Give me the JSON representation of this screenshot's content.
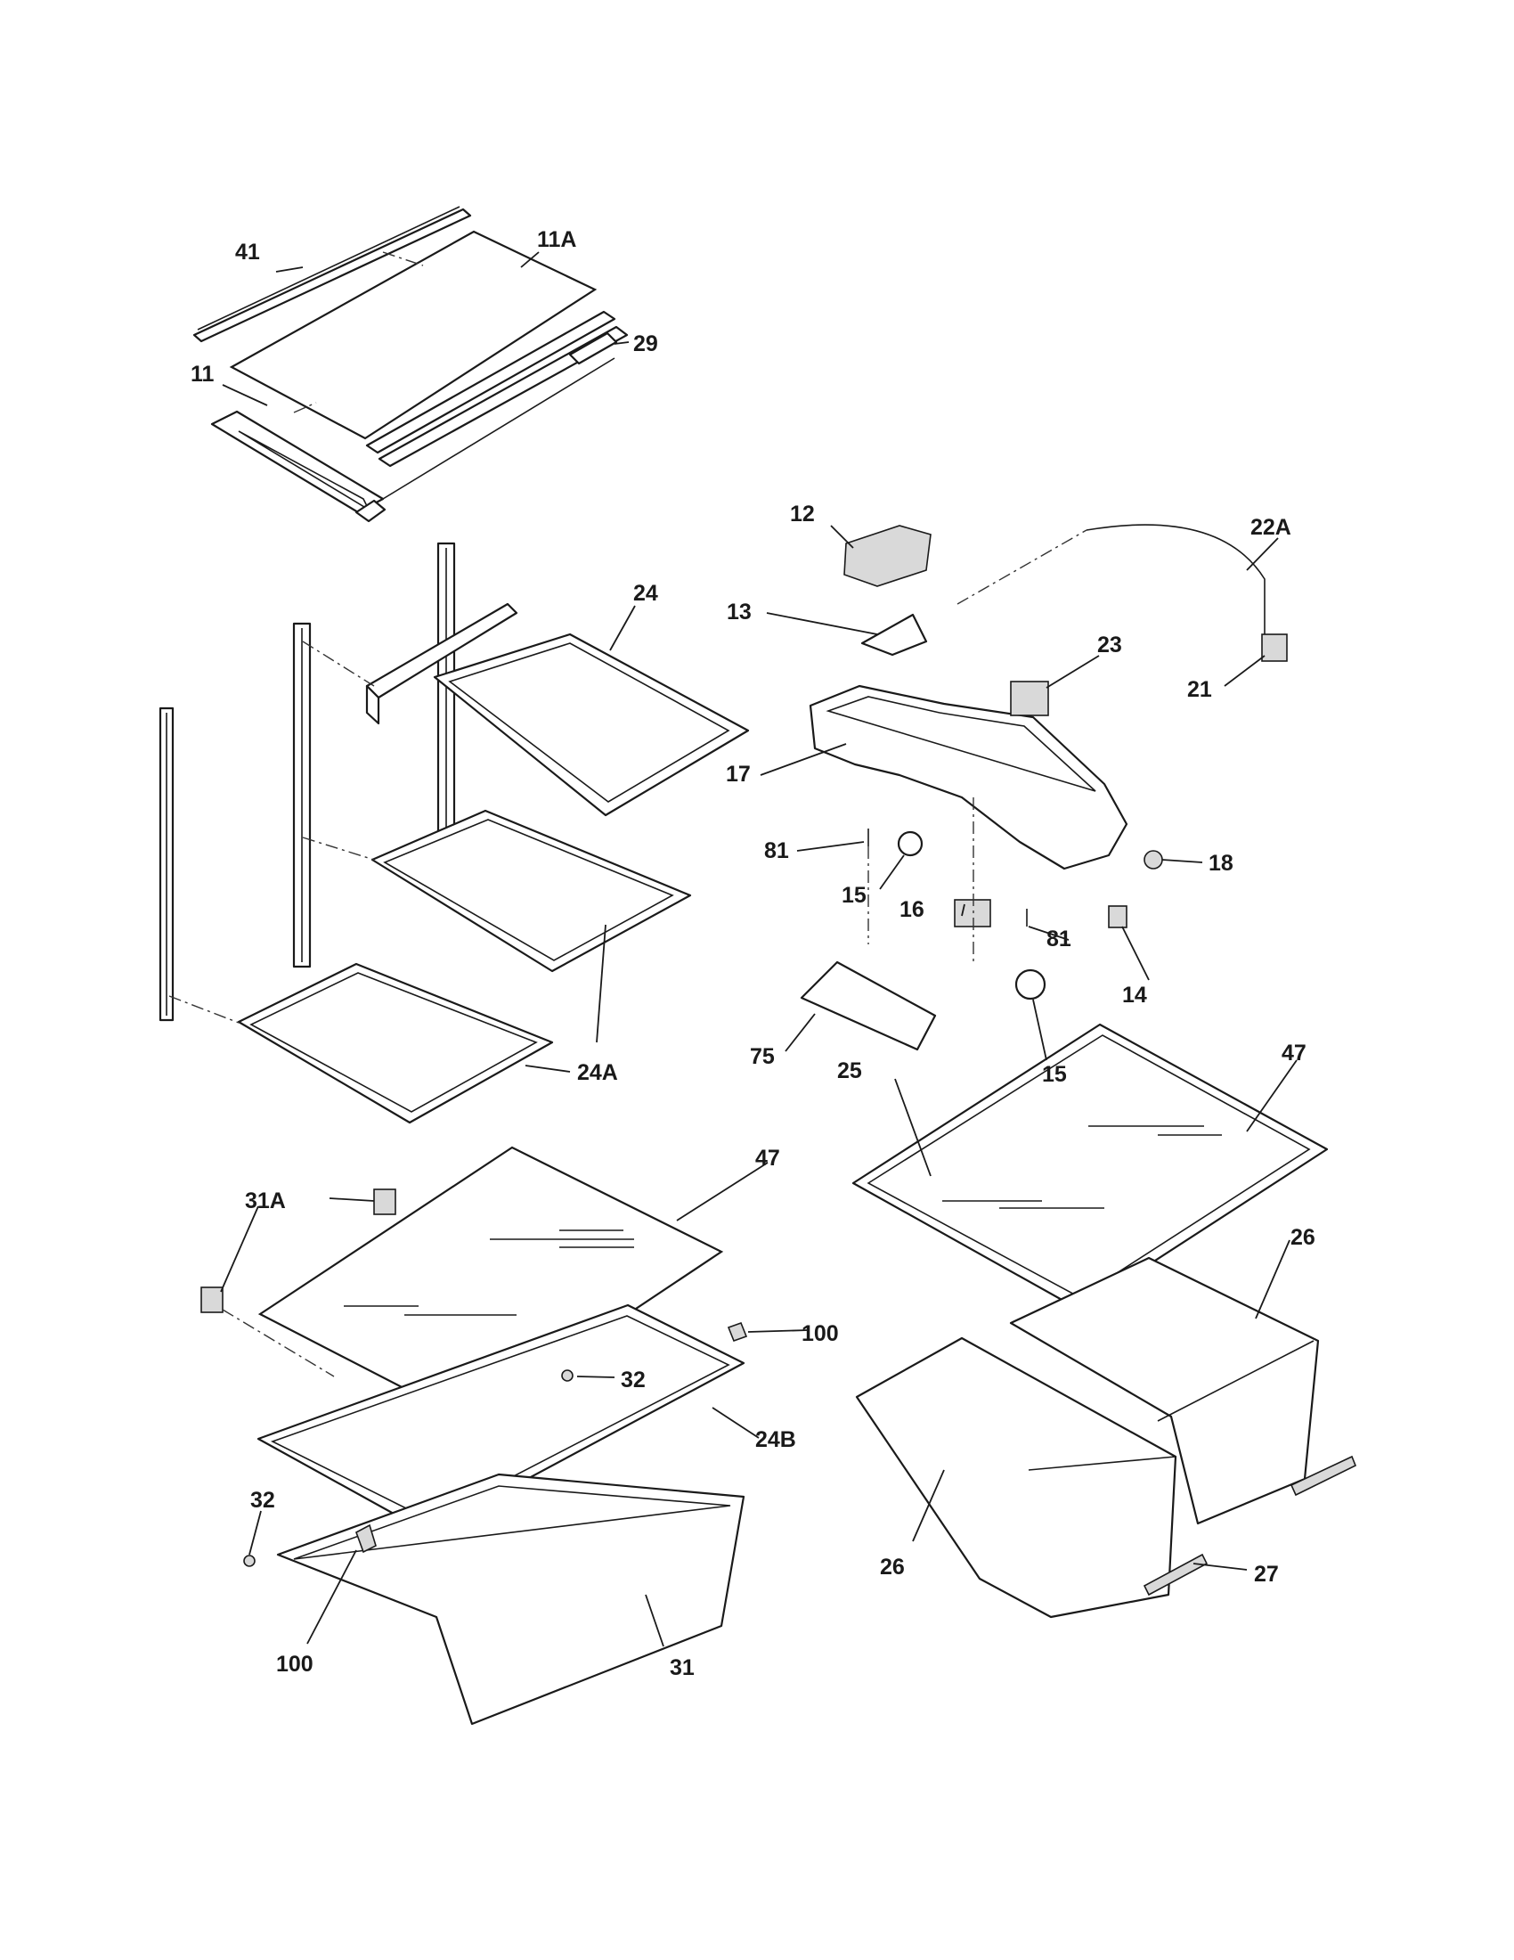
{
  "callouts": [
    {
      "id": "41",
      "text": "41"
    },
    {
      "id": "11A",
      "text": "11A"
    },
    {
      "id": "29",
      "text": "29"
    },
    {
      "id": "11",
      "text": "11"
    },
    {
      "id": "12",
      "text": "12"
    },
    {
      "id": "22A",
      "text": "22A"
    },
    {
      "id": "13",
      "text": "13"
    },
    {
      "id": "23",
      "text": "23"
    },
    {
      "id": "21",
      "text": "21"
    },
    {
      "id": "17",
      "text": "17"
    },
    {
      "id": "24",
      "text": "24"
    },
    {
      "id": "81a",
      "text": "81"
    },
    {
      "id": "15a",
      "text": "15"
    },
    {
      "id": "16",
      "text": "16"
    },
    {
      "id": "81b",
      "text": "81"
    },
    {
      "id": "18",
      "text": "18"
    },
    {
      "id": "14",
      "text": "14"
    },
    {
      "id": "15b",
      "text": "15"
    },
    {
      "id": "75",
      "text": "75"
    },
    {
      "id": "24A",
      "text": "24A"
    },
    {
      "id": "25",
      "text": "25"
    },
    {
      "id": "47a",
      "text": "47"
    },
    {
      "id": "31A",
      "text": "31A"
    },
    {
      "id": "47b",
      "text": "47"
    },
    {
      "id": "100a",
      "text": "100"
    },
    {
      "id": "32a",
      "text": "32"
    },
    {
      "id": "24B",
      "text": "24B"
    },
    {
      "id": "26a",
      "text": "26"
    },
    {
      "id": "32b",
      "text": "32"
    },
    {
      "id": "100b",
      "text": "100"
    },
    {
      "id": "26b",
      "text": "26"
    },
    {
      "id": "27",
      "text": "27"
    },
    {
      "id": "31",
      "text": "31"
    }
  ]
}
